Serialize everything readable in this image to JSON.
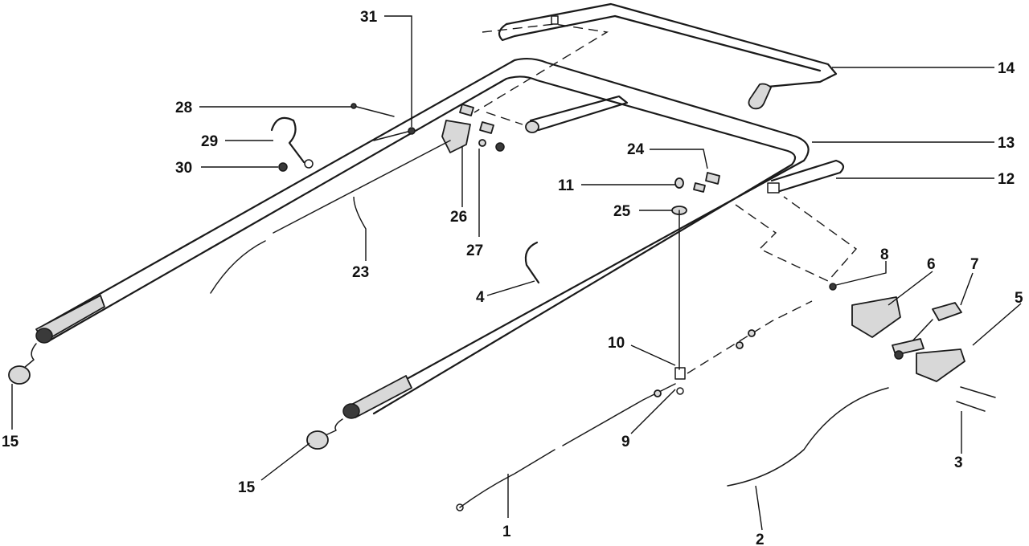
{
  "diagram": {
    "callouts": {
      "c1": "1",
      "c2": "2",
      "c3": "3",
      "c4": "4",
      "c5": "5",
      "c6": "6",
      "c7": "7",
      "c8": "8",
      "c9": "9",
      "c10": "10",
      "c11": "11",
      "c12": "12",
      "c13": "13",
      "c14": "14",
      "c15a": "15",
      "c15b": "15",
      "c23": "23",
      "c24": "24",
      "c25": "25",
      "c26": "26",
      "c27": "27",
      "c28": "28",
      "c29": "29",
      "c30": "30",
      "c31": "31"
    }
  }
}
